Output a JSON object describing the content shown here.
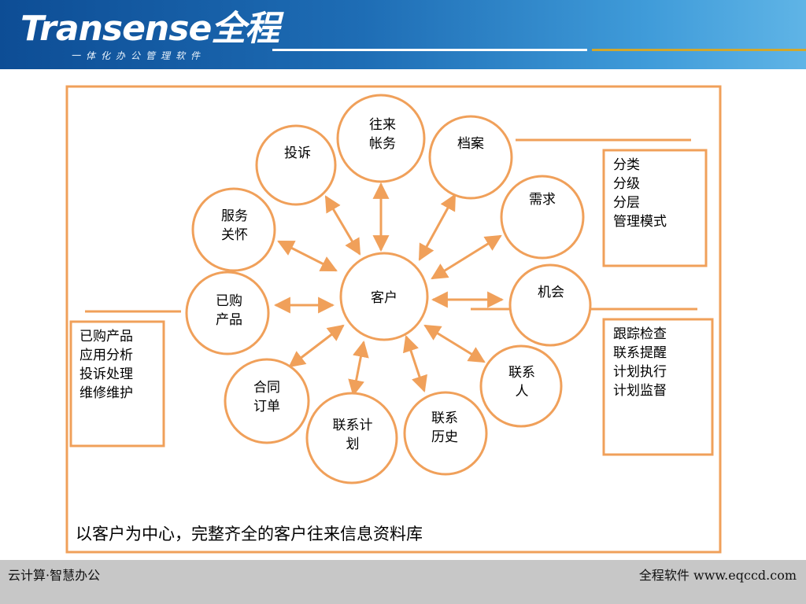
{
  "header": {
    "logo_text": "Transense全程",
    "logo_subtitle": "一体化办公管理软件"
  },
  "diagram": {
    "center": "客户",
    "nodes": {
      "wanglai": [
        "往来",
        "帐务"
      ],
      "dangan": [
        "档案"
      ],
      "tousu": [
        "投诉"
      ],
      "fuwu": [
        "服务",
        "关怀"
      ],
      "xuqiu": [
        "需求"
      ],
      "yigou": [
        "已购",
        "产品"
      ],
      "jihui": [
        "机会"
      ],
      "hetong": [
        "合同",
        "订单"
      ],
      "lianxijihua": [
        "联系计",
        "划"
      ],
      "lianxilishi": [
        "联系",
        "历史"
      ],
      "lianxiren": [
        "联系",
        "人"
      ]
    },
    "boxes": {
      "right_top": [
        "分类",
        "分级",
        "分层",
        "管理模式"
      ],
      "left": [
        "已购产品",
        "应用分析",
        "投诉处理",
        "维修维护"
      ],
      "right_bottom": [
        "跟踪检查",
        "联系提醒",
        "计划执行",
        "计划监督"
      ]
    },
    "caption": "以客户为中心，完整齐全的客户往来信息资料库"
  },
  "footer": {
    "left": "云计算·智慧办公",
    "right": "全程软件 www.eqccd.com"
  },
  "colors": {
    "accent": "#f0a05a",
    "header_blue": "#1a63ad",
    "footer_gray": "#c7c7c7",
    "gold": "#d2a72c"
  }
}
